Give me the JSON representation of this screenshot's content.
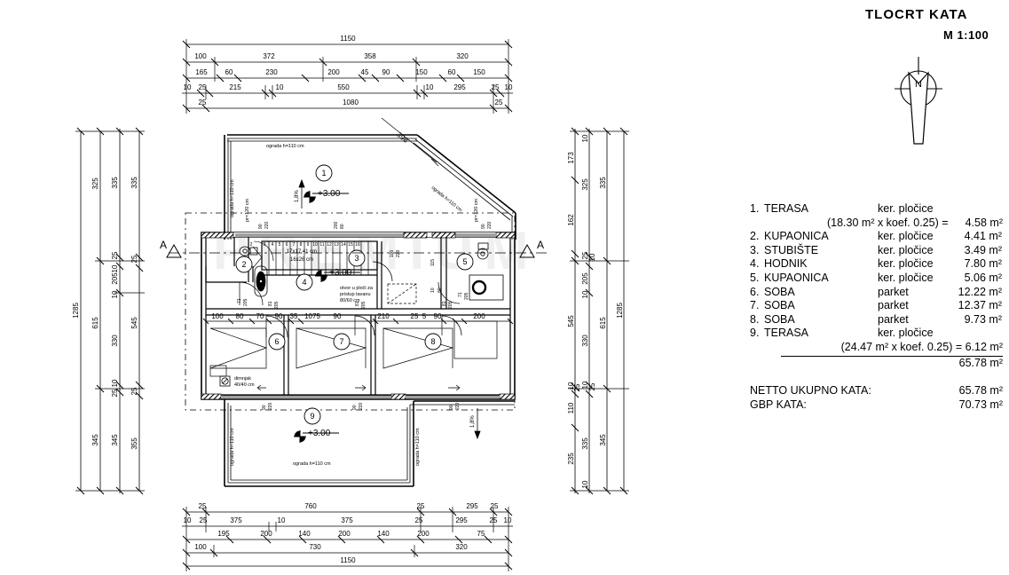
{
  "title": {
    "main": "TLOCRT  KATA",
    "scale": "M 1:100"
  },
  "compass": {
    "label": "N",
    "name": "north-arrow"
  },
  "watermark": "PREMIUM",
  "section_marks": {
    "left": "A",
    "right": "A"
  },
  "legend": {
    "rows": [
      {
        "num": "1.",
        "name": "TERASA",
        "material": "ker. pločice",
        "area": "",
        "sub": "(18.30 m² x koef. 0.25) =",
        "sub_area": "4.58 m²"
      },
      {
        "num": "2.",
        "name": "KUPAONICA",
        "material": "ker. pločice",
        "area": "4.41 m²"
      },
      {
        "num": "3.",
        "name": "STUBIŠTE",
        "material": "ker. pločice",
        "area": "3.49 m²"
      },
      {
        "num": "4.",
        "name": "HODNIK",
        "material": "ker. pločice",
        "area": "7.80 m²"
      },
      {
        "num": "5.",
        "name": "KUPAONICA",
        "material": "ker. pločice",
        "area": "5.06 m²"
      },
      {
        "num": "6.",
        "name": "SOBA",
        "material": "parket",
        "area": "12.22 m²"
      },
      {
        "num": "7.",
        "name": "SOBA",
        "material": "parket",
        "area": "12.37 m²"
      },
      {
        "num": "8.",
        "name": "SOBA",
        "material": "parket",
        "area": "9.73 m²"
      },
      {
        "num": "9.",
        "name": "TERASA",
        "material": "ker. pločice",
        "area": "",
        "sub": "(24.47 m² x koef. 0.25) = 6.12 m²",
        "sub_area": ""
      }
    ],
    "sum": "65.78 m²"
  },
  "totals": [
    {
      "label": "NETTO UKUPNO KATA:",
      "value": "65.78 m²"
    },
    {
      "label": "GBP KATA:",
      "value": "70.73 m²"
    }
  ],
  "plan": {
    "room_tags": [
      "1",
      "2",
      "3",
      "4",
      "5",
      "6",
      "7",
      "8",
      "9"
    ],
    "elevations": [
      "+3.00",
      "+3.00",
      "+3.00"
    ],
    "notes": {
      "railing": "ograda h=110 cm",
      "railing2": "ograda h=110 cm",
      "railing3": "ograda h=110 cm",
      "railing4": "ograda h=110 cm",
      "railing5": "ograda h=110 cm",
      "parapet": "pr=120 cm",
      "parapet2": "pr=120 cm",
      "chimney": "dimnjak 40/40 cm",
      "attic_opening": "otvor u ploči za pristup tavanu 80/60 cm",
      "stair_riser": "17x17,41 cm",
      "stair_tread": "16x26 cm",
      "slope1": "1,8%",
      "slope2": "1,8%"
    },
    "stair_treads": [
      "1",
      "2",
      "3",
      "4",
      "5",
      "6",
      "7",
      "8",
      "9",
      "10",
      "11",
      "12",
      "13",
      "14",
      "15",
      "16"
    ],
    "diag_dim": "398"
  },
  "dims": {
    "top": {
      "r1": [
        "1150"
      ],
      "r2": [
        "100",
        "372",
        "358",
        "320"
      ],
      "r3": [
        "165",
        "60",
        "230",
        "200",
        "45",
        "90",
        "150",
        "60",
        "150"
      ],
      "r4": [
        "10",
        "25",
        "215",
        "10",
        "550",
        "10",
        "295",
        "25",
        "10"
      ],
      "r5": [
        "25",
        "1080",
        "25"
      ]
    },
    "bottom": {
      "r1": [
        "25",
        "760",
        "25",
        "295",
        "25"
      ],
      "r2": [
        "10",
        "25",
        "375",
        "10",
        "375",
        "25",
        "295",
        "25",
        "10"
      ],
      "r3": [
        "195",
        "200",
        "140",
        "200",
        "140",
        "200",
        "75"
      ],
      "r4": [
        "100",
        "730",
        "320"
      ],
      "r5": [
        "1150"
      ]
    },
    "left": {
      "c1": [
        "1285"
      ],
      "c2": [
        "325",
        "615",
        "345"
      ],
      "c3": [
        "335",
        "25",
        "10",
        "205",
        "10",
        "330",
        "10",
        "25",
        "345"
      ],
      "c4": [
        "335",
        "25",
        "545",
        "25",
        "355"
      ]
    },
    "right": {
      "c1": [
        "10",
        "173",
        "162",
        "545",
        "110",
        "10",
        "25",
        "235",
        "10"
      ],
      "c2": [
        "10",
        "325",
        "25",
        "10",
        "205",
        "10",
        "330",
        "10",
        "25",
        "335",
        "10"
      ],
      "c3": [
        "335",
        "25",
        "545",
        "25",
        "345"
      ],
      "c4": [
        "1285"
      ]
    },
    "interior_bottom": [
      "100",
      "80",
      "70",
      "90",
      "35",
      "1075",
      "90",
      "210",
      "25",
      "5",
      "90",
      "200"
    ],
    "door_marks": [
      "71",
      "205",
      "81",
      "205",
      "81",
      "205",
      "81",
      "205",
      "81",
      "205",
      "71",
      "205"
    ],
    "window_marks": [
      "90",
      "220",
      "90",
      "220",
      "90",
      "220",
      "90",
      "220",
      "100",
      "220",
      "115"
    ]
  }
}
